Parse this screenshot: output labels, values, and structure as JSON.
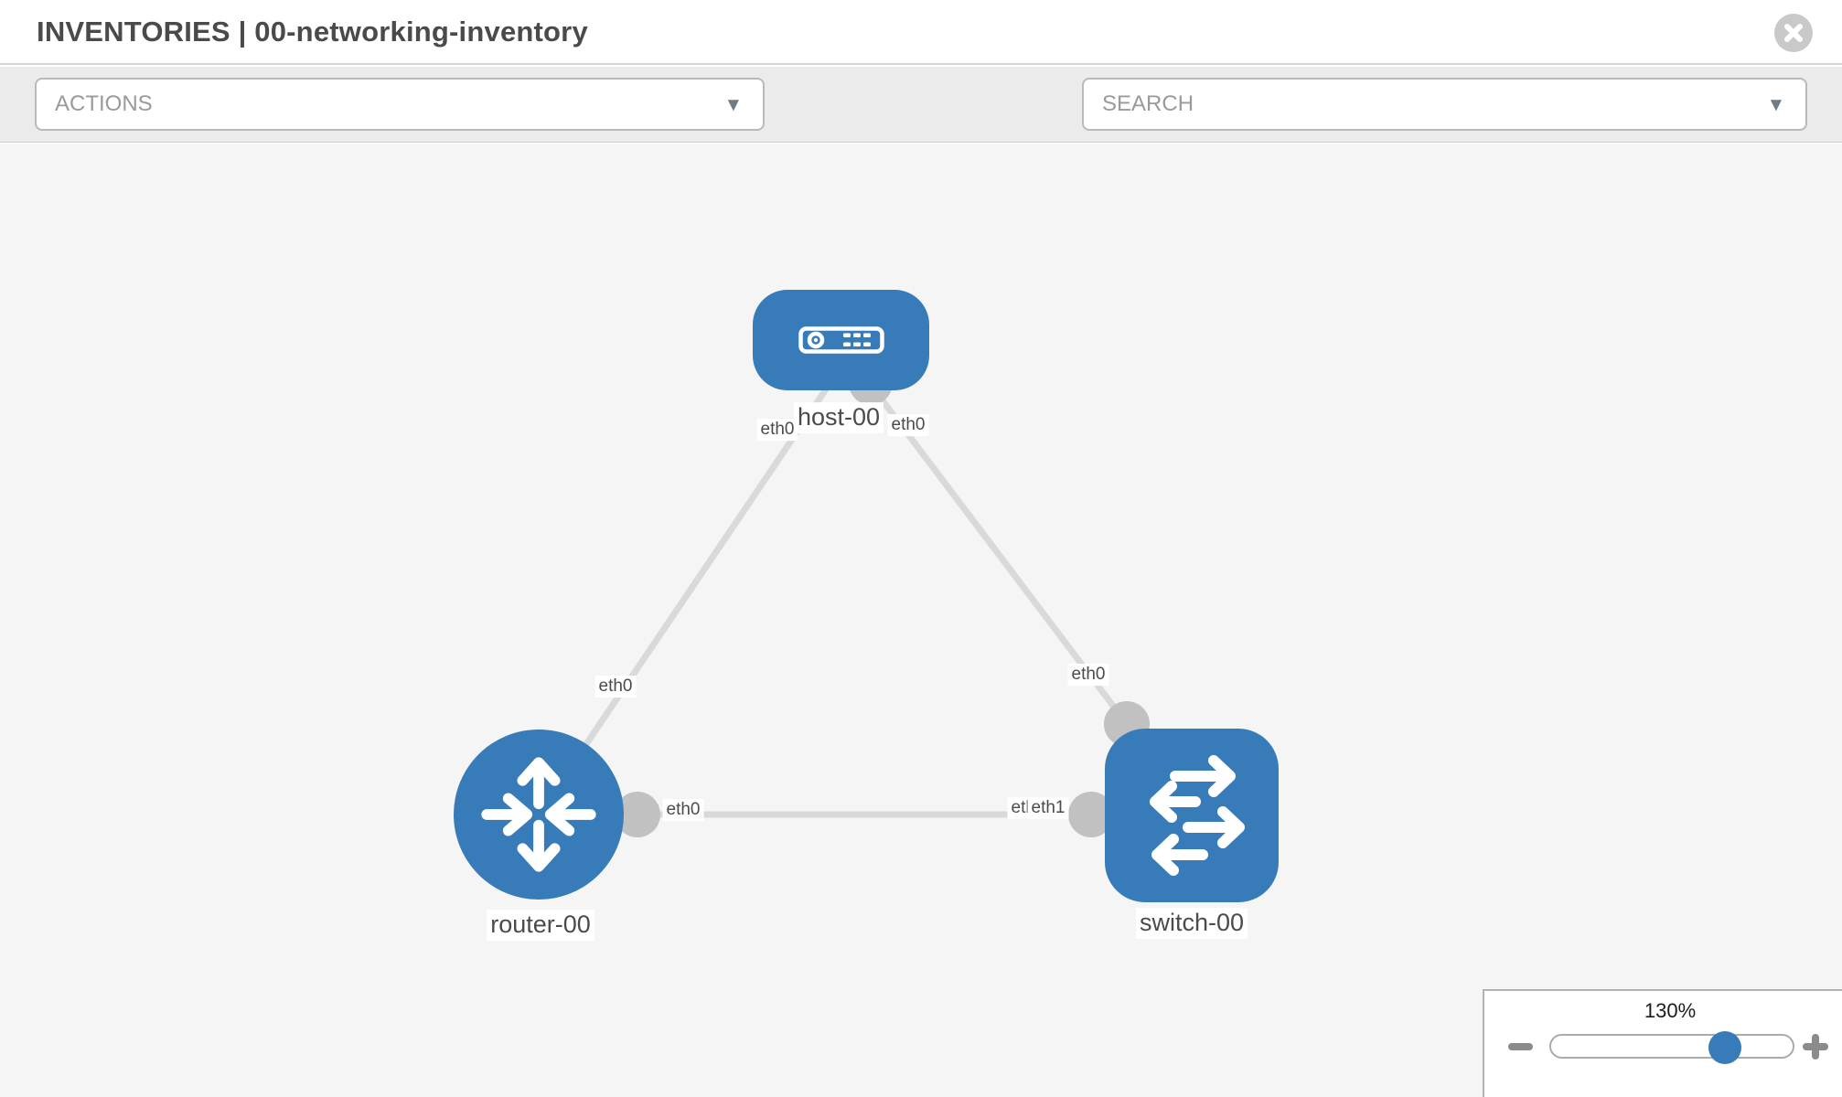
{
  "header": {
    "title": "INVENTORIES | 00-networking-inventory"
  },
  "toolbar": {
    "actions_label": "ACTIONS",
    "search_label": "SEARCH"
  },
  "topology": {
    "nodes": [
      {
        "label": "host-00",
        "type": "host"
      },
      {
        "label": "router-00",
        "type": "router"
      },
      {
        "label": "switch-00",
        "type": "switch"
      }
    ],
    "interfaces": [
      {
        "text": "eth0",
        "node": "host-00",
        "link": "host-router"
      },
      {
        "text": "eth0",
        "node": "host-00",
        "link": "host-switch"
      },
      {
        "text": "eth0",
        "node": "router-00",
        "link": "host-router"
      },
      {
        "text": "eth0",
        "node": "switch-00",
        "link": "host-switch"
      },
      {
        "text": "eth0",
        "node": "router-00",
        "link": "router-switch"
      },
      {
        "text": "eth0",
        "node": "switch-00",
        "link": "router-switch"
      },
      {
        "text": "eth1",
        "node": "switch-00",
        "link": "router-switch"
      }
    ],
    "links": [
      {
        "from": "router-00",
        "to": "host-00"
      },
      {
        "from": "host-00",
        "to": "switch-00"
      },
      {
        "from": "router-00",
        "to": "switch-00"
      }
    ]
  },
  "zoom_control": {
    "level": "130%"
  },
  "colors": {
    "node_blue": "#377cb8",
    "link_gray": "#d9d9d9",
    "connector_gray": "#c1c1c1",
    "canvas_bg": "#f5f5f5",
    "toolbar_bg": "#ebebeb"
  }
}
